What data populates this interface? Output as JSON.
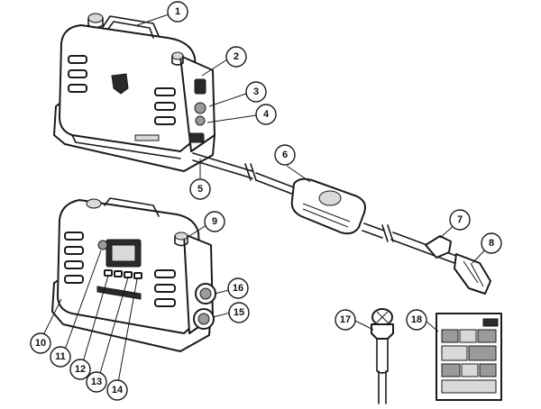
{
  "callouts": [
    {
      "id": "1",
      "label": "1"
    },
    {
      "id": "2",
      "label": "2"
    },
    {
      "id": "3",
      "label": "3"
    },
    {
      "id": "4",
      "label": "4"
    },
    {
      "id": "5",
      "label": "5"
    },
    {
      "id": "6",
      "label": "6"
    },
    {
      "id": "7",
      "label": "7"
    },
    {
      "id": "8",
      "label": "8"
    },
    {
      "id": "9",
      "label": "9"
    },
    {
      "id": "10",
      "label": "10"
    },
    {
      "id": "11",
      "label": "11"
    },
    {
      "id": "12",
      "label": "12"
    },
    {
      "id": "13",
      "label": "13"
    },
    {
      "id": "14",
      "label": "14"
    },
    {
      "id": "15",
      "label": "15"
    },
    {
      "id": "16",
      "label": "16"
    },
    {
      "id": "17",
      "label": "17"
    },
    {
      "id": "18",
      "label": "18"
    }
  ],
  "colors": {
    "line": "#1a1a1a",
    "background": "#ffffff",
    "fill_dark": "#2a2a2a"
  }
}
